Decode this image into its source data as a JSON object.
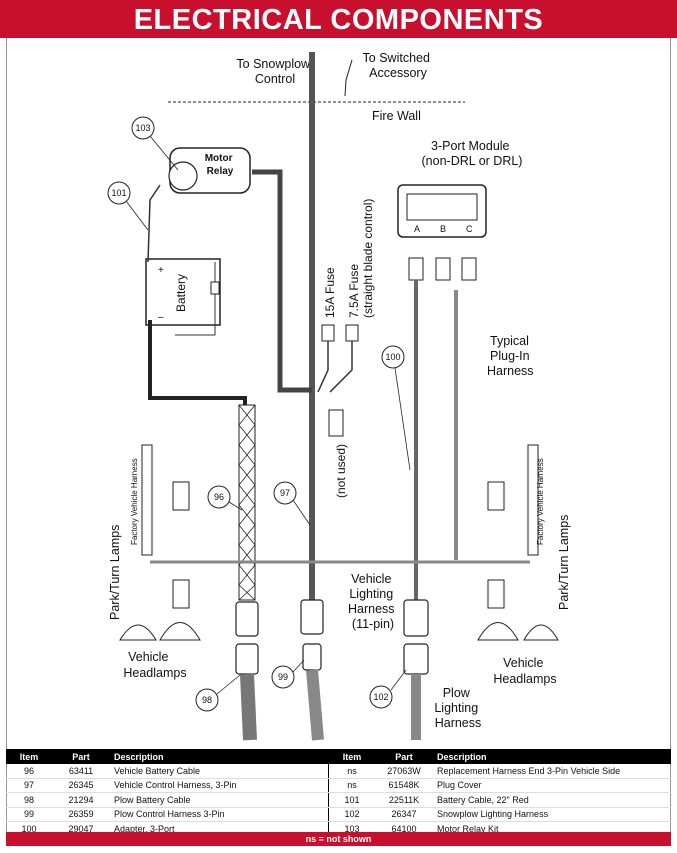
{
  "header": {
    "title": "ELECTRICAL COMPONENTS"
  },
  "diagram": {
    "labels": {
      "to_snowplow_control": [
        "To Snowplow",
        "Control"
      ],
      "to_switched_accessory": [
        "To Switched",
        "Accessory"
      ],
      "fire_wall": "Fire Wall",
      "motor_relay": [
        "Motor",
        "Relay"
      ],
      "battery": "Battery",
      "battery_plus": "+",
      "battery_minus": "–",
      "three_port_module": [
        "3-Port Module",
        "(non-DRL or DRL)"
      ],
      "port_a": "A",
      "port_b": "B",
      "port_c": "C",
      "fuse_15a": "15A Fuse",
      "fuse_75a": [
        "7.5A Fuse",
        "(straight blade control)"
      ],
      "not_used": "(not used)",
      "typical_plugin_harness": [
        "Typical",
        "Plug-In",
        "Harness"
      ],
      "factory_vehicle_harness": "Factory Vehicle Harness",
      "park_turn_lamps": "Park/Turn Lamps",
      "vehicle_lighting_harness": [
        "Vehicle",
        "Lighting",
        "Harness",
        "(11-pin)"
      ],
      "vehicle_headlamps": [
        "Vehicle",
        "Headlamps"
      ],
      "plow_lighting_harness": [
        "Plow",
        "Lighting",
        "Harness"
      ]
    },
    "callouts": [
      "103",
      "101",
      "100",
      "96",
      "97",
      "98",
      "99",
      "102"
    ]
  },
  "parts_table": {
    "headers": [
      "Item",
      "Part",
      "Description",
      "Item",
      "Part",
      "Description"
    ],
    "rows": [
      {
        "item1": "96",
        "part1": "63411",
        "desc1": "Vehicle Battery Cable",
        "item2": "ns",
        "part2": "27063W",
        "desc2": "Replacement Harness End 3-Pin Vehicle Side"
      },
      {
        "item1": "97",
        "part1": "26345",
        "desc1": "Vehicle Control Harness, 3-Pin",
        "item2": "ns",
        "part2": "61548K",
        "desc2": "Plug Cover"
      },
      {
        "item1": "98",
        "part1": "21294",
        "desc1": "Plow Battery Cable",
        "item2": "101",
        "part2": "22511K",
        "desc2": "Battery Cable, 22\" Red"
      },
      {
        "item1": "99",
        "part1": "26359",
        "desc1": "Plow Control Harness 3-Pin",
        "item2": "102",
        "part2": "26347",
        "desc2": "Snowplow Lighting Harness"
      },
      {
        "item1": "100",
        "part1": "29047",
        "desc1": "Adapter, 3-Port",
        "item2": "103",
        "part2": "64100",
        "desc2": "Motor Relay Kit"
      }
    ]
  },
  "footer": {
    "note": "ns = not shown"
  }
}
